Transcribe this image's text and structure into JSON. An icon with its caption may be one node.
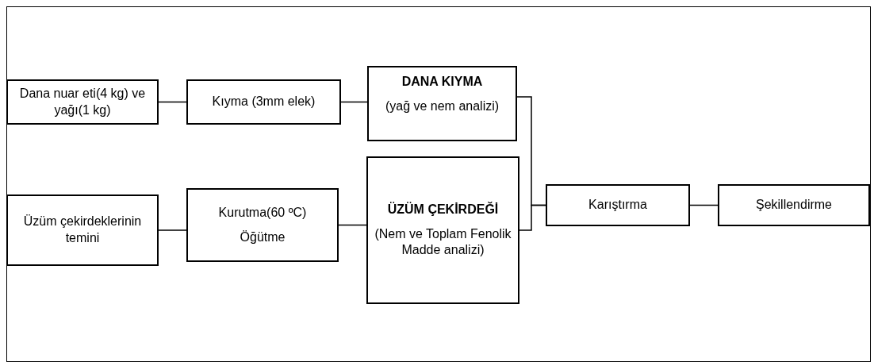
{
  "diagram": {
    "nodes": [
      {
        "text": [
          "Dana nuar eti(4 kg) ve yağı(1 kg)"
        ]
      },
      {
        "text": [
          "Kıyma (3mm elek)"
        ]
      },
      {
        "text": [
          "DANA KIYMA",
          "(yağ ve nem analizi)"
        ]
      },
      {
        "text": [
          "Üzüm çekirdeklerinin temini"
        ]
      },
      {
        "text": [
          "Kurutma(60 ºC)",
          "Öğütme"
        ]
      },
      {
        "text": [
          "ÜZÜM ÇEKİRDEĞİ",
          "(Nem ve Toplam Fenolik Madde analizi)"
        ]
      },
      {
        "text": [
          "Karıştırma"
        ]
      },
      {
        "text": [
          "Şekillendirme"
        ]
      }
    ],
    "edges": [
      {
        "from": 0,
        "to": 1,
        "arrow": "none"
      },
      {
        "from": 1,
        "to": 2,
        "arrow": "none"
      },
      {
        "from": 3,
        "to": 4,
        "arrow": "none"
      },
      {
        "from": 4,
        "to": 5,
        "arrow": "none"
      },
      {
        "from": 2,
        "to": 6,
        "arrow": "none"
      },
      {
        "from": 5,
        "to": 6,
        "arrow": "none"
      },
      {
        "from": 6,
        "to": 7,
        "arrow": "none"
      }
    ]
  }
}
